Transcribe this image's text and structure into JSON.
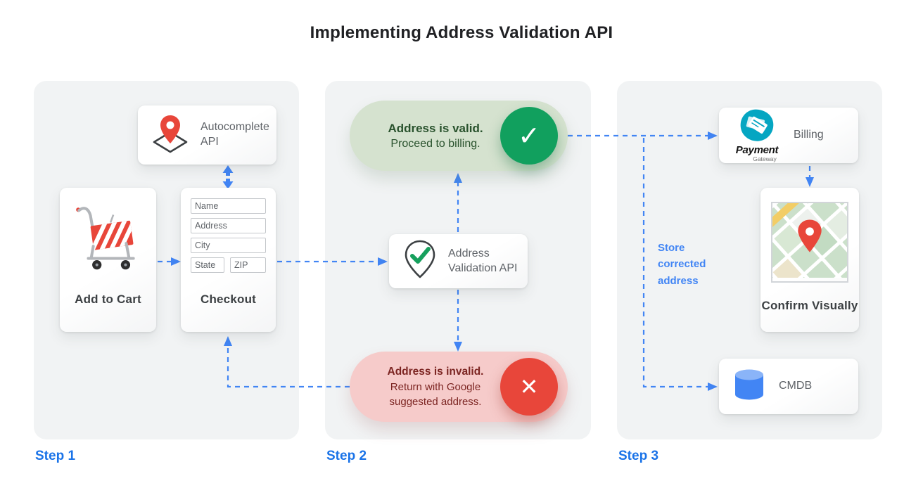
{
  "title": "Implementing Address Validation API",
  "steps": [
    {
      "label": "Step 1"
    },
    {
      "label": "Step 2"
    },
    {
      "label": "Step 3"
    }
  ],
  "panel1": {
    "autocomplete_card": {
      "label": "Autocomplete API",
      "icon": "map-pin-diamond-icon"
    },
    "add_to_cart_card": {
      "label": "Add to Cart",
      "icon": "shopping-cart-icon"
    },
    "checkout_card": {
      "label": "Checkout",
      "fields": [
        "Name",
        "Address",
        "City",
        "State",
        "ZIP"
      ]
    }
  },
  "panel2": {
    "valid_pill": {
      "title": "Address is valid.",
      "subtitle": "Proceed to billing.",
      "icon": "check-circle-icon",
      "icon_glyph": "✓"
    },
    "validation_card": {
      "label": "Address Validation API",
      "icon": "map-pin-check-icon"
    },
    "invalid_pill": {
      "title": "Address is invalid.",
      "subtitle": "Return with Google suggested address.",
      "icon": "cross-circle-icon",
      "icon_glyph": "✕"
    }
  },
  "panel3": {
    "billing_card": {
      "label": "Billing",
      "logo_title": "Payment",
      "logo_subtitle": "Gateway",
      "icon": "payment-gateway-logo"
    },
    "confirm_card": {
      "label": "Confirm Visually",
      "icon": "map-thumbnail"
    },
    "cmdb_card": {
      "label": "CMDB",
      "icon": "database-cylinder-icon"
    },
    "store_note": "Store corrected address"
  },
  "colors": {
    "accent_blue": "#4285F4",
    "step_label_blue": "#1A73E8",
    "valid_green": "#11A05E",
    "valid_pill_bg": "#D5E2CF",
    "valid_text": "#29522D",
    "invalid_red": "#E8463A",
    "invalid_pill_bg": "#F6CBCA",
    "invalid_text": "#7C2522",
    "panel_bg": "#F1F3F4"
  }
}
